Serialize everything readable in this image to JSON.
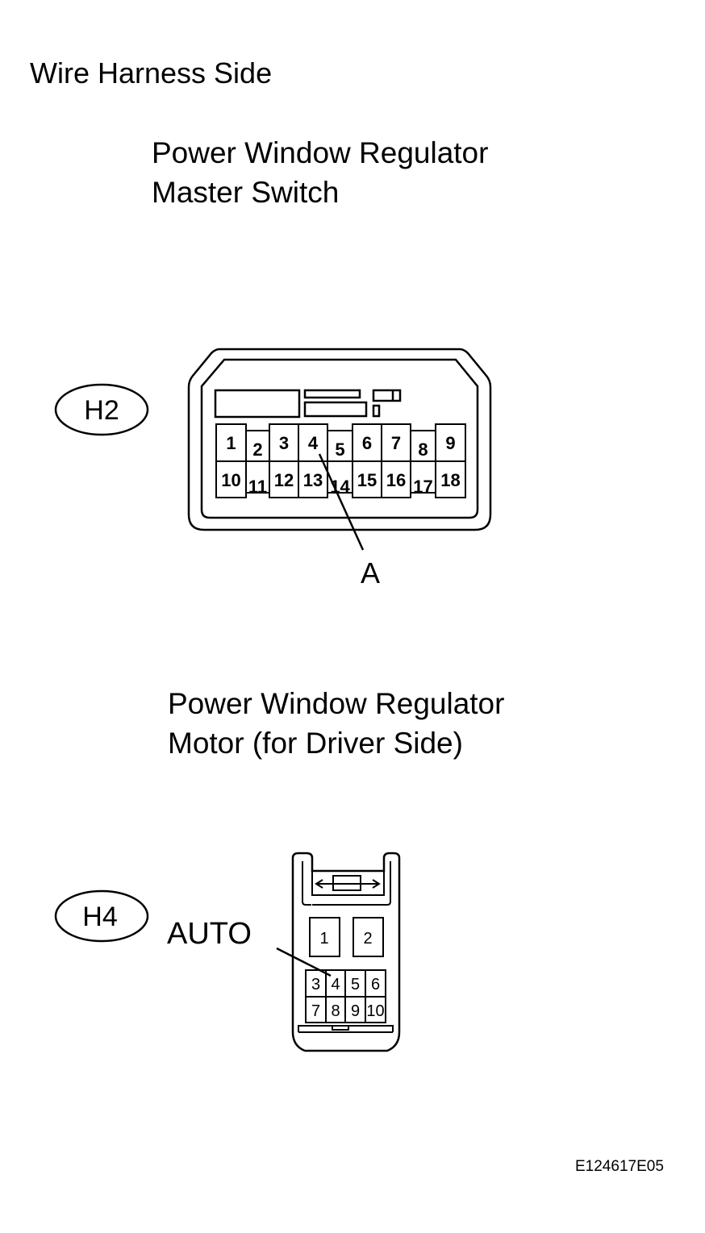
{
  "title": "Wire Harness Side",
  "connector_1": {
    "code": "H2",
    "name_line1": "Power Window Regulator",
    "name_line2": "Master Switch",
    "pins": [
      "1",
      "2",
      "3",
      "4",
      "5",
      "6",
      "7",
      "8",
      "9",
      "10",
      "11",
      "12",
      "13",
      "14",
      "15",
      "16",
      "17",
      "18"
    ],
    "callout": "A"
  },
  "connector_2": {
    "code": "H4",
    "name_line1": "Power Window Regulator",
    "name_line2": "Motor  (for Driver Side)",
    "pins": [
      "1",
      "2",
      "3",
      "4",
      "5",
      "6",
      "7",
      "8",
      "9",
      "10"
    ],
    "callout": "AUTO"
  },
  "image_id": "E124617E05"
}
